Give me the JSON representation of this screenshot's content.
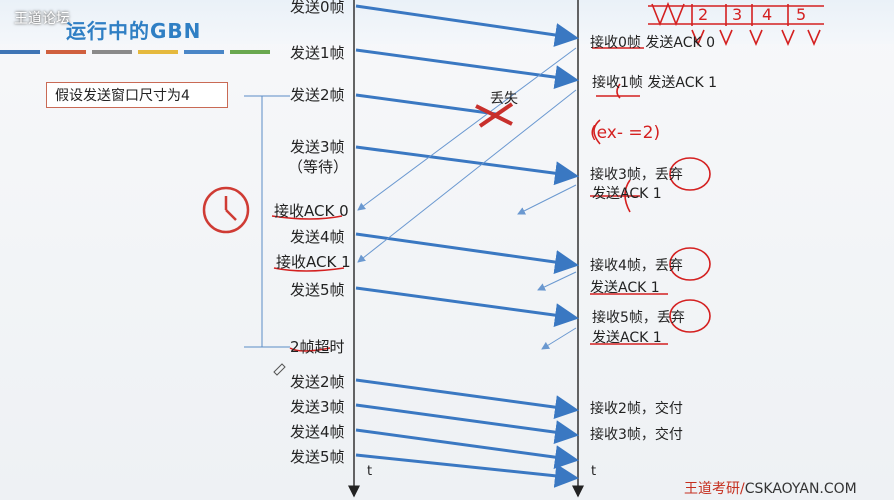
{
  "header": {
    "watermark": "王道论坛",
    "title": "运行中的GBN",
    "color_bar": [
      "#3f75b5",
      "#d0603f",
      "#8a8a8a",
      "#e5b93d",
      "#4a86c7",
      "#6aa84f"
    ]
  },
  "window_note": "假设发送窗口尺寸为4",
  "lost_label": "丢失",
  "timeout_label": "2帧超时",
  "time_axis_label": "t",
  "sender_labels": [
    "发送0帧",
    "发送1帧",
    "发送2帧",
    "发送3帧",
    "（等待）",
    "接收ACK 0",
    "发送4帧",
    "接收ACK 1",
    "发送5帧",
    "发送2帧",
    "发送3帧",
    "发送4帧",
    "发送5帧"
  ],
  "receiver_labels": [
    "接收0帧 发送ACK 0",
    "接收1帧 发送ACK 1",
    "接收3帧，丢弃",
    "发送ACK 1",
    "接收4帧，丢弃",
    "发送ACK 1",
    "接收5帧，丢弃",
    "发送ACK 1",
    "接收2帧，交付",
    "接收3帧，交付"
  ],
  "handwriting": {
    "window_digits": [
      "2",
      "3",
      "4",
      "5"
    ],
    "note": "(ex-  =2)"
  },
  "footer": {
    "brand_cn": "王道考研/",
    "brand_en": "CSKAOYAN.COM"
  },
  "colors": {
    "arrow": "#3a78c2",
    "ack": "#6a98d0",
    "handwriting": "#d42020",
    "title": "#2f7fc4"
  }
}
